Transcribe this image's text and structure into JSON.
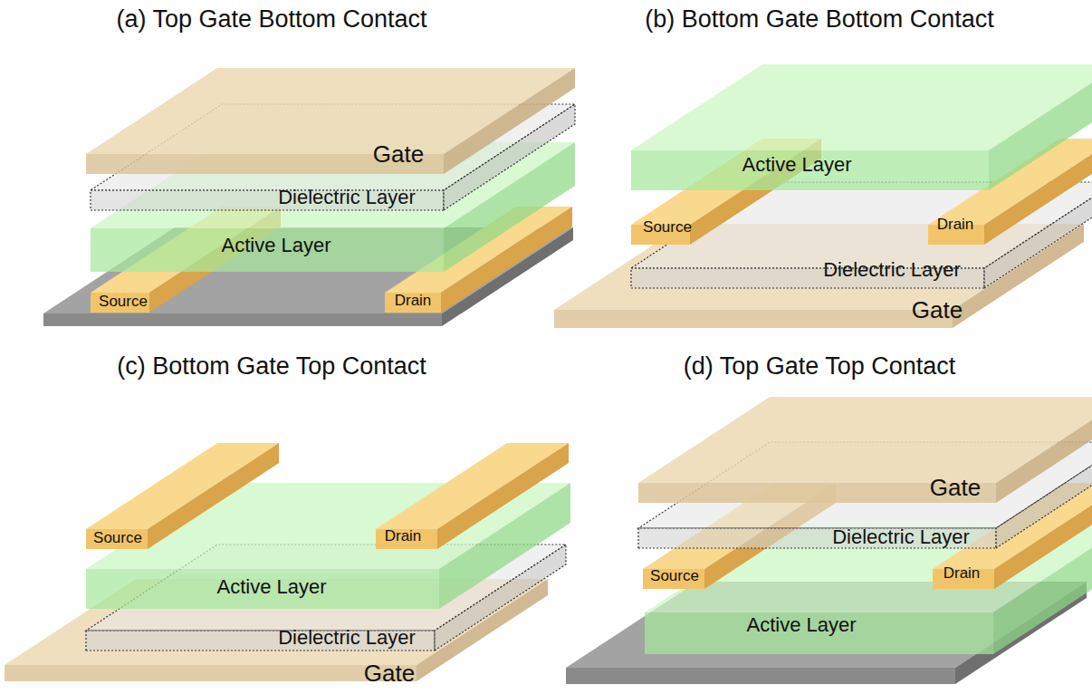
{
  "diagram": {
    "labels": [
      "(a) Top Gate Bottom Contact",
      "Gate",
      "Dielectric Layer",
      "Active Layer",
      "Source",
      "Drain",
      "(b) Bottom Gate Bottom Contact",
      "Active Layer",
      "Source",
      "Drain",
      "Dielectric Layer",
      "Gate",
      "(c) Bottom Gate Top Contact",
      "Source",
      "Drain",
      "Active Layer",
      "Dielectric Layer",
      "Gate",
      "(d) Top Gate Top Contact",
      "Gate",
      "Dielectric Layer",
      "Source",
      "Drain",
      "Active Layer"
    ]
  }
}
